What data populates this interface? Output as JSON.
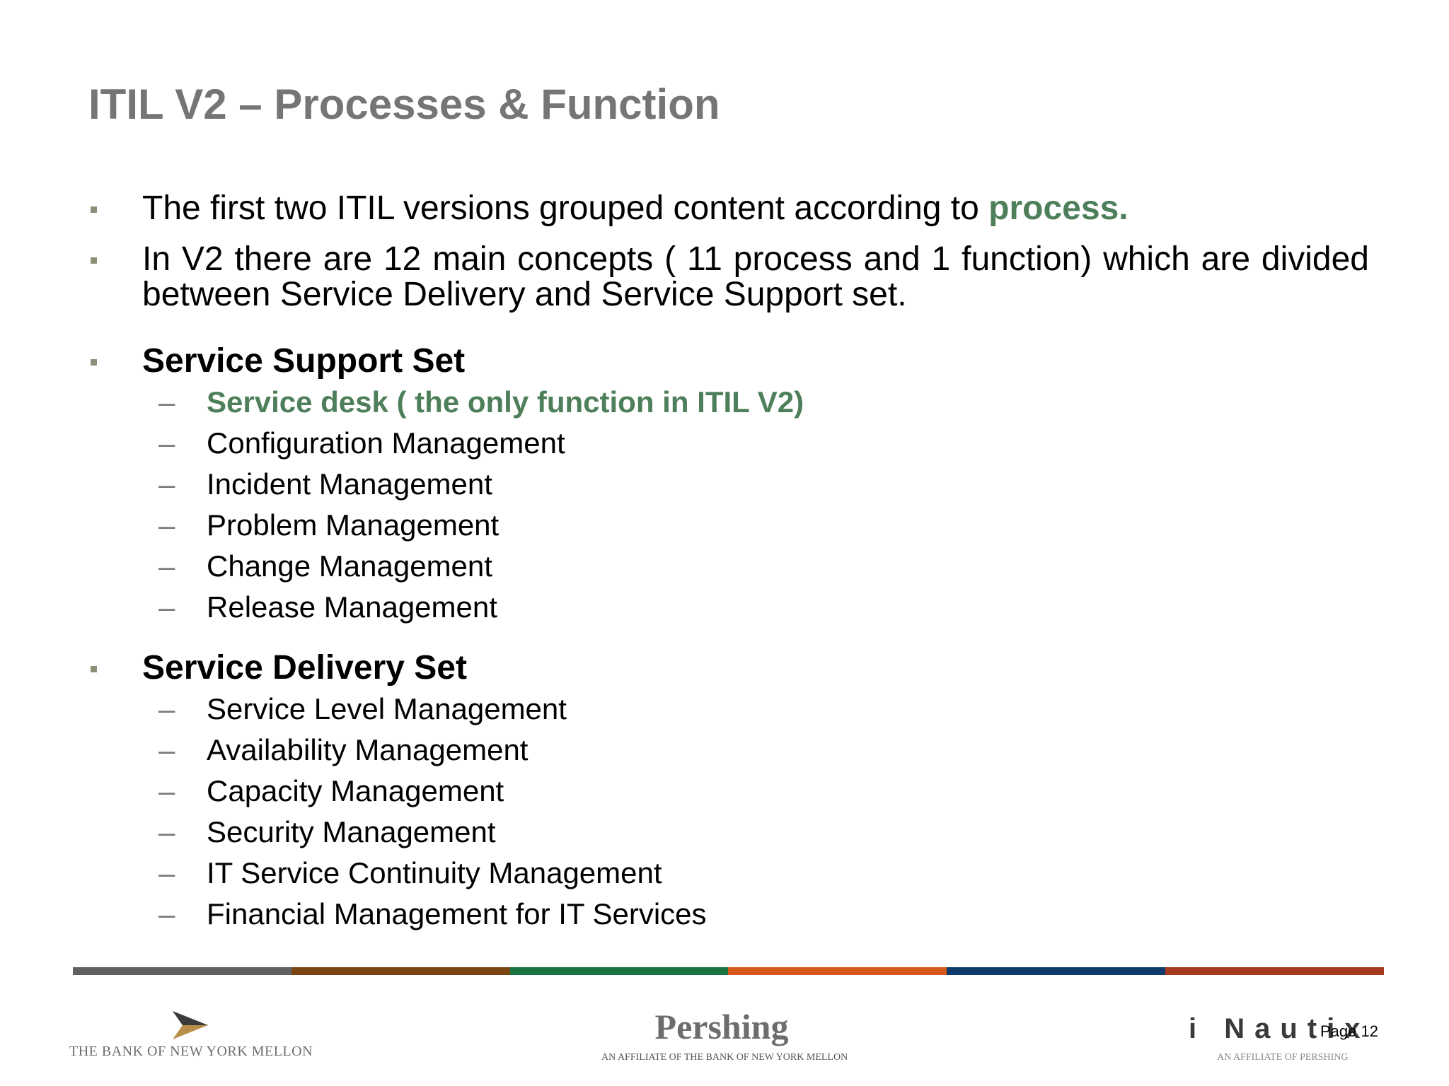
{
  "slide": {
    "title": "ITIL V2 – Processes & Function",
    "bullets": [
      {
        "prefix": "The first two ITIL versions grouped content according to ",
        "emphasis": "process."
      },
      {
        "text": "In V2 there are 12 main concepts ( 11 process and 1 function) which are divided between Service Delivery and Service Support set."
      }
    ],
    "service_support": {
      "heading": "Service Support Set",
      "items": [
        "Service desk ( the only function in ITIL V2)",
        "Configuration Management",
        "Incident Management",
        "Problem Management",
        "Change Management",
        "Release Management"
      ]
    },
    "service_delivery": {
      "heading": "Service Delivery Set",
      "items": [
        "Service Level Management",
        "Availability Management",
        "Capacity Management",
        "Security Management",
        "IT Service Continuity Management",
        "Financial Management for IT Services"
      ]
    },
    "dash": "–",
    "page_number": "Page 12"
  },
  "footer": {
    "bny_logo_text": "THE BANK OF NEW YORK MELLON",
    "pershing_name": "Pershing",
    "pershing_tagline": "AN AFFILIATE OF THE BANK OF NEW YORK MELLON",
    "inautix_name": "i Nautix",
    "inautix_tagline": "AN AFFILIATE OF PERSHING",
    "color_bar": [
      "#5f6062",
      "#7b4413",
      "#1a7441",
      "#d4571b",
      "#0e3a6c",
      "#a6381f"
    ]
  },
  "colors": {
    "title": "#757575",
    "accent_green": "#4e7f5b",
    "bullet": "#8b9178"
  }
}
